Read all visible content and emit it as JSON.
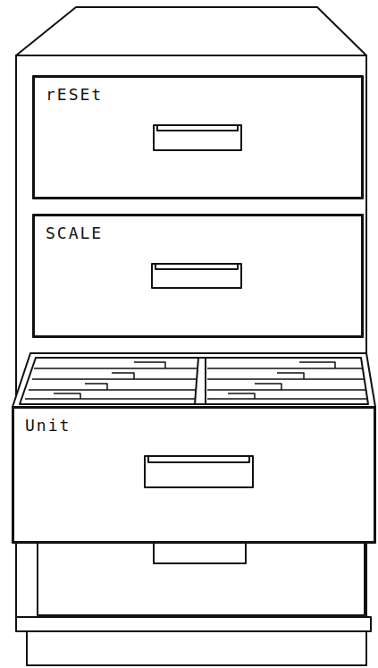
{
  "diagram": {
    "nodes": [
      {
        "text": [
          "rESEt"
        ]
      },
      {
        "text": [
          "SCALE"
        ]
      },
      {
        "text": [
          "Unit"
        ]
      }
    ]
  }
}
